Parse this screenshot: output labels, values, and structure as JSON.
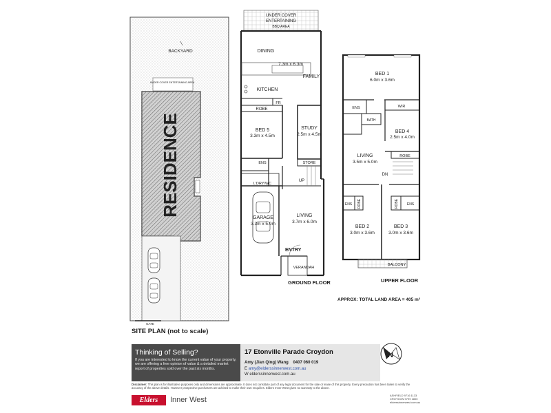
{
  "site_plan": {
    "backyard": "BACKYARD",
    "under_cover_area": "UNDER COVER ENTERTAINING AREA",
    "residence": "RESIDENCE",
    "gate": "GATE",
    "title": "SITE PLAN (not to scale)"
  },
  "ground_floor": {
    "title": "GROUND FLOOR",
    "rooms": {
      "under_cover": [
        "UNDER COVER",
        "ENTERTAINING",
        "BBQ AREA"
      ],
      "dining": "DINING",
      "family_dims": "7.3m x 6.3m",
      "family": "FAMILY",
      "kitchen": "KITCHEN",
      "fr": "FR",
      "robe": "ROBE",
      "bed5": "BED 5",
      "bed5_dims": "3.3m x 4.5m",
      "study": "STUDY",
      "study_dims": "2.5m x 4.5m",
      "ens": "ENS",
      "store": "STORE",
      "up": "UP",
      "ldry_wc": "L'DRY/WC",
      "garage": "GARAGE",
      "garage_dims": "3.3m x 5.0m",
      "living": "LIVING",
      "living_dims": "3.7m x 6.0m",
      "entry": "ENTRY",
      "verandah": "VERANDAH"
    }
  },
  "upper_floor": {
    "title": "UPPER FLOOR",
    "rooms": {
      "bed1": "BED 1",
      "bed1_dims": "6.0m x 3.6m",
      "ens": "ENS",
      "wir": "WIR",
      "bath": "BATH",
      "bed4": "BED 4",
      "bed4_dims": "2.5m x 4.0m",
      "living": "LIVING",
      "living_dims": "3.5m x 5.0m",
      "robe": "ROBE",
      "dn": "DN",
      "bed2": "BED 2",
      "bed2_dims": "3.0m x 3.6m",
      "bed3": "BED 3",
      "bed3_dims": "3.0m x 3.6m",
      "balcony": "BALCONY"
    }
  },
  "land_area": "APPROX: TOTAL LAND AREA = 405 m²",
  "marketing": {
    "heading": "Thinking of Selling?",
    "body": "If you are interested to know the current value of your property, we are offering a free opinion of value & a detailed market report of properties sold over the past six months."
  },
  "listing": {
    "address": "17 Etonville Parade Croydon",
    "agent_name": "Amy (Jian Qing) Wang",
    "agent_phone": "0407 060 019",
    "email_prefix": "E",
    "email": "amy@elderssinnerwest.com.au",
    "web_prefix": "W",
    "website": "elderssinnerwest.com.au"
  },
  "disclaimer": {
    "label": "Disclaimer:",
    "text": "This plan is for illustrative purposes only and dimensions are approximate. It does not constitute part of any legal document for the sale or lease of this property. Every precaution has been taken to verify the accuracy of the above details. However prospective purchasers are advised to make their own enquiries. Elders Inner West gives no warranty to the above."
  },
  "brand": {
    "logo": "Elders",
    "region": "Inner West",
    "color": "#c8102e",
    "offices": [
      "ASHFIELD  9716 1133",
      "CROYDON  9799 1800",
      "elderssinnerwest.com.au"
    ]
  },
  "north": "N"
}
